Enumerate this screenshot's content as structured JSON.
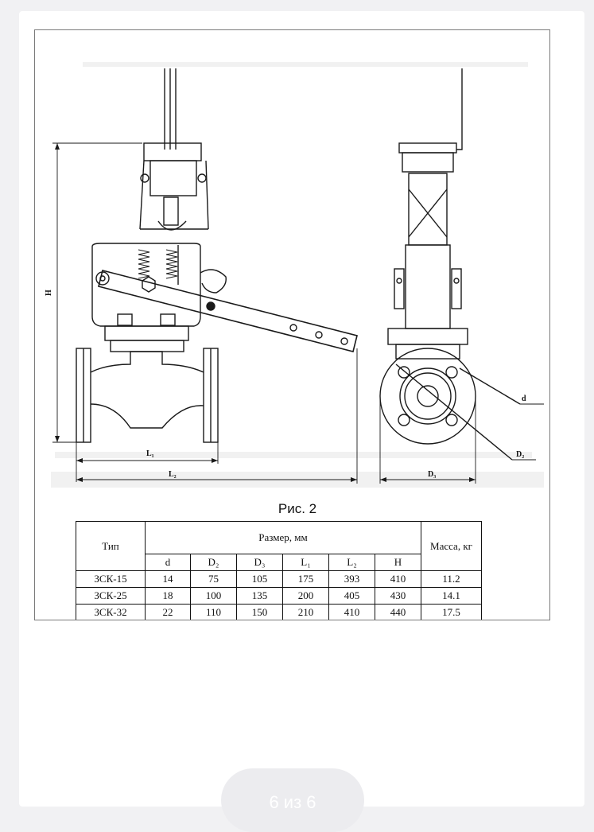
{
  "figure": {
    "caption": "Рис. 2",
    "dimension_labels": {
      "H": "H",
      "L1": "L₁",
      "L2": "L₂",
      "d": "d",
      "D2": "D₂",
      "D3": "D₃"
    }
  },
  "table": {
    "type_header": "Тип",
    "size_header": "Размер, мм",
    "mass_header": "Масса, кг",
    "columns": [
      "d",
      "D₂",
      "D₃",
      "L₁",
      "L₂",
      "H"
    ],
    "rows": [
      {
        "type": "ЗСК-15",
        "values": [
          "14",
          "75",
          "105",
          "175",
          "393",
          "410"
        ],
        "mass": "11.2"
      },
      {
        "type": "ЗСК-25",
        "values": [
          "18",
          "100",
          "135",
          "200",
          "405",
          "430"
        ],
        "mass": "14.1"
      },
      {
        "type": "ЗСК-32",
        "values": [
          "22",
          "110",
          "150",
          "210",
          "410",
          "440"
        ],
        "mass": "17.5"
      }
    ]
  },
  "pager": {
    "label": "6 из 6"
  }
}
